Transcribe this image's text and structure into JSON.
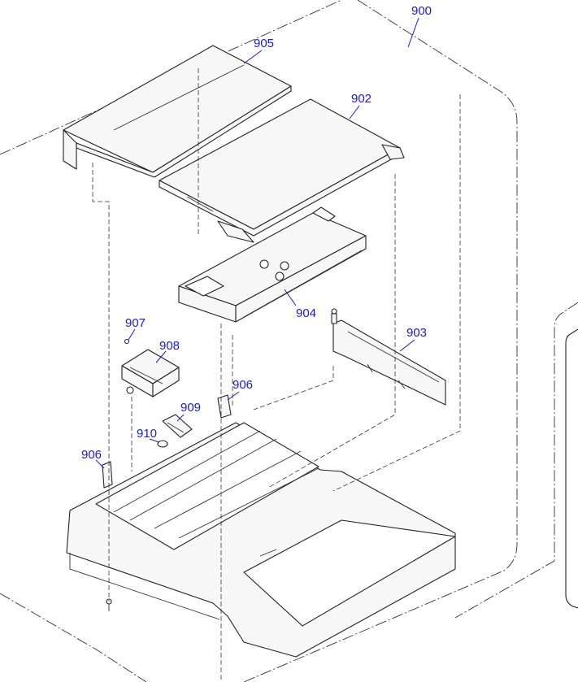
{
  "callouts": {
    "c900": "900",
    "c905": "905",
    "c902": "902",
    "c904": "904",
    "c903": "903",
    "c907": "907",
    "c908": "908",
    "c906a": "906",
    "c909": "909",
    "c910": "910",
    "c906b": "906"
  },
  "colors": {
    "callout_text": "#1a1ad6",
    "line_art": "#222222",
    "background": "#ffffff"
  }
}
